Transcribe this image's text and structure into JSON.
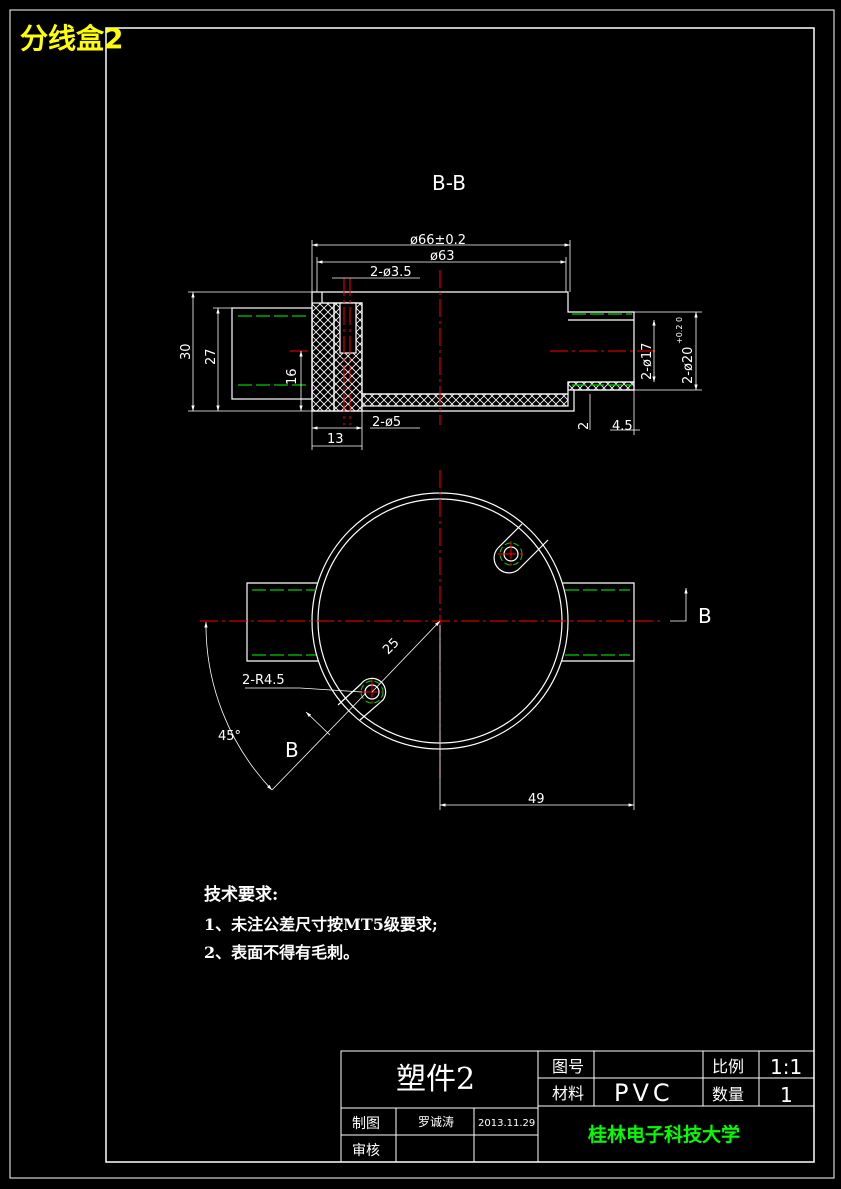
{
  "header": {
    "title": "分线盒2"
  },
  "section": {
    "view_label": "B-B",
    "cut_letter": "B",
    "cut_letter2": "B"
  },
  "dimensions": {
    "d66": "ø66±0.2",
    "d63": "ø63",
    "hole35": "2-ø3.5",
    "hole5": "2-ø5",
    "h30": "30",
    "h27": "27",
    "h16": "16",
    "w13": "13",
    "t2": "2",
    "w45": "4.5",
    "d17": "2-ø17",
    "d20": "2-ø20",
    "d20_tol": "+0.2 0",
    "r45": "2-R4.5",
    "r25": "25",
    "ang45": "45°",
    "w49": "49"
  },
  "notes": {
    "title": "技术要求:",
    "line1": "1、未注公差尺寸按MT5级要求;",
    "line2": "2、表面不得有毛刺。"
  },
  "title_block": {
    "part_name": "塑件2",
    "drawing_no_label": "图号",
    "material_label": "材料",
    "material": "PVC",
    "scale_label": "比例",
    "scale": "1:1",
    "qty_label": "数量",
    "qty": "1",
    "drawn_label": "制图",
    "drawer": "罗诚涛",
    "date": "2013.11.29",
    "check_label": "审核",
    "school": "桂林电子科技大学"
  },
  "colors": {
    "outline": "#ffffff",
    "centerline": "#ff0000",
    "hidden": "#00cc00",
    "title": "#ffff00",
    "school": "#00ff00",
    "section_hatch": "#ffffff"
  }
}
